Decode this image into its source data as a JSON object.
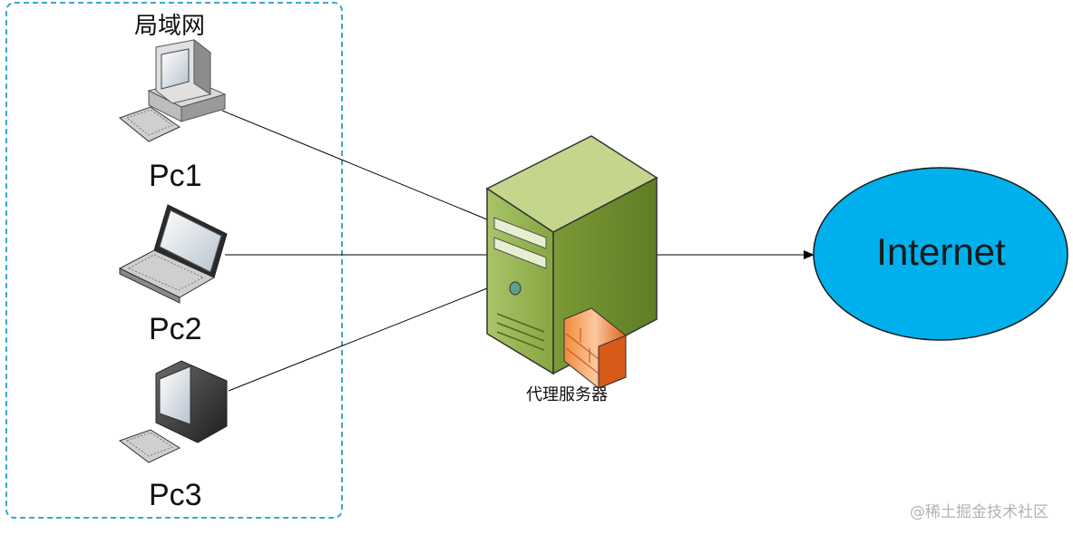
{
  "lan": {
    "title": "局域网"
  },
  "clients": [
    {
      "id": "pc1",
      "label": "Pc1",
      "device": "desktop-computer-icon"
    },
    {
      "id": "pc2",
      "label": "Pc2",
      "device": "laptop-icon"
    },
    {
      "id": "pc3",
      "label": "Pc3",
      "device": "crt-monitor-icon"
    }
  ],
  "server": {
    "label": "代理服务器",
    "icon": "server-tower-icon",
    "firewall_icon": "firewall-icon"
  },
  "internet": {
    "label": "Internet",
    "color": "#00b0ec"
  },
  "watermark": "@稀土掘金技术社区",
  "colors": {
    "lan_border": "#3aa6d6",
    "server_body": "#8fb04a",
    "firewall": "#e8762f",
    "link": "#000000"
  }
}
